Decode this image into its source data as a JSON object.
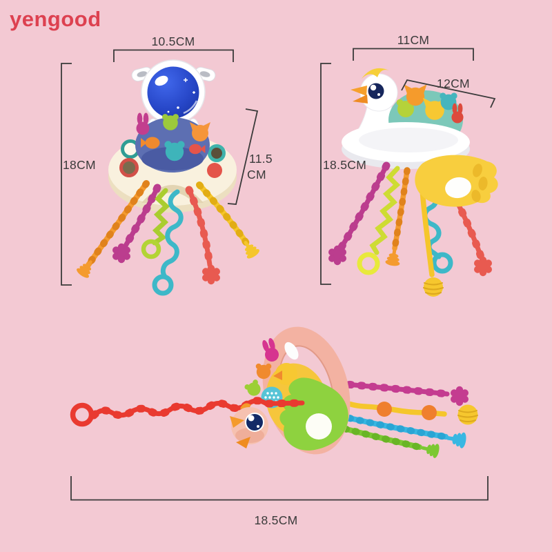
{
  "watermark": "yengood",
  "colors": {
    "background": "#f3c9d3",
    "watermark_red": "#dd4150",
    "dimension_line": "#3a3a3a",
    "helmet_visor_blue": "#2747c8",
    "base_cream": "#f9f1de",
    "dome_slate_blue": "#5d6fb2",
    "dome_teal": "#7cc8b9",
    "wing_yellow": "#f8ce3e",
    "wing_green": "#8ed23f",
    "handle_pink": "#f3b2a2",
    "string_orange": "#f49b2f",
    "string_magenta": "#bb3d8e",
    "string_green": "#aacd2f",
    "string_teal": "#3db8c8",
    "string_red": "#e85a50",
    "string_yellow": "#f5c62b",
    "string_sky_blue": "#38b7e2",
    "string_bright_red": "#e93a30"
  },
  "dimensions": {
    "astronaut_toy": {
      "top_width": "10.5CM",
      "left_height": "18CM",
      "right_depth_value": "11.5",
      "right_depth_unit": "CM"
    },
    "swan_toy": {
      "top_width": "11CM",
      "diagonal_depth": "12CM",
      "left_height": "18.5CM"
    },
    "lying_toy": {
      "bottom_length": "18.5CM"
    }
  }
}
